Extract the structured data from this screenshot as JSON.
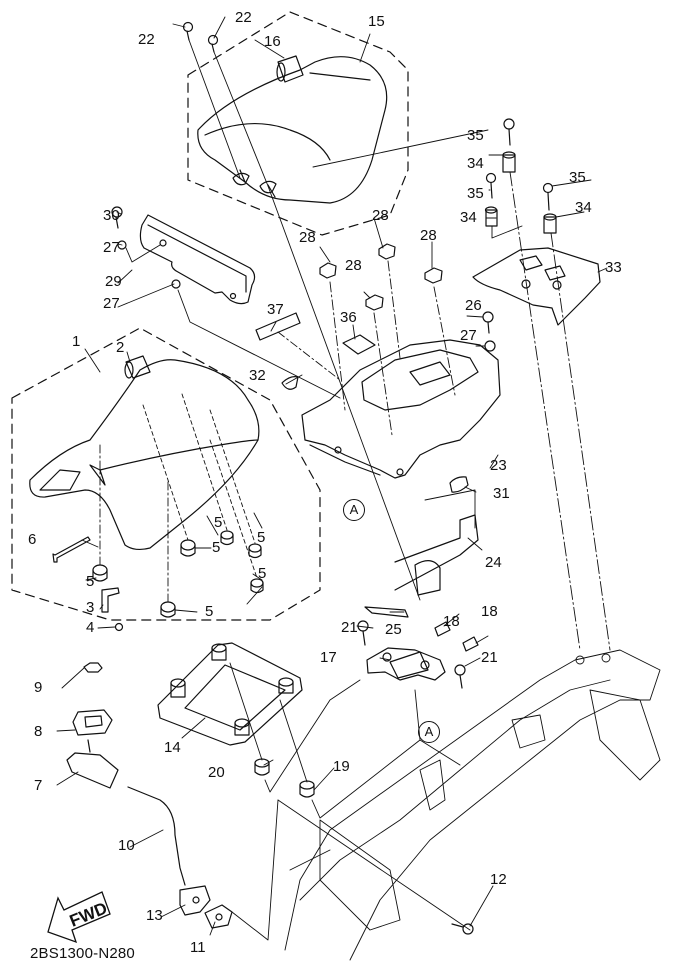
{
  "diagram": {
    "title": "Seat assembly exploded parts diagram",
    "drawing_code": "2BS1300-N280",
    "direction_indicator": "FWD",
    "reference_marks": [
      "A",
      "A"
    ],
    "colors": {
      "line": "#111111",
      "background": "#ffffff"
    }
  },
  "callouts": [
    {
      "id": "1",
      "label": "1",
      "part": "seat assembly (rider)"
    },
    {
      "id": "2",
      "label": "2",
      "part": "seat bumper / damper"
    },
    {
      "id": "3",
      "label": "3",
      "part": "seat bracket"
    },
    {
      "id": "4",
      "label": "4",
      "part": "screw"
    },
    {
      "id": "5a",
      "label": "5",
      "part": "damper"
    },
    {
      "id": "5b",
      "label": "5",
      "part": "damper"
    },
    {
      "id": "5c",
      "label": "5",
      "part": "damper"
    },
    {
      "id": "5d",
      "label": "5",
      "part": "damper"
    },
    {
      "id": "5e",
      "label": "5",
      "part": "damper"
    },
    {
      "id": "5f",
      "label": "5",
      "part": "damper"
    },
    {
      "id": "6",
      "label": "6",
      "part": "hex wrench"
    },
    {
      "id": "7",
      "label": "7",
      "part": "seat lock bracket"
    },
    {
      "id": "8",
      "label": "8",
      "part": "lock cover plate"
    },
    {
      "id": "9",
      "label": "9",
      "part": "nut"
    },
    {
      "id": "10",
      "label": "10",
      "part": "seat lock cable"
    },
    {
      "id": "11",
      "label": "11",
      "part": "lock cylinder holder"
    },
    {
      "id": "12",
      "label": "12",
      "part": "bolt"
    },
    {
      "id": "13",
      "label": "13",
      "part": "lock lever"
    },
    {
      "id": "14",
      "label": "14",
      "part": "seat base frame"
    },
    {
      "id": "15",
      "label": "15",
      "part": "seat assembly (passenger)"
    },
    {
      "id": "16",
      "label": "16",
      "part": "seat bumper"
    },
    {
      "id": "17",
      "label": "17",
      "part": "seat hook bracket"
    },
    {
      "id": "18a",
      "label": "18",
      "part": "clip nut"
    },
    {
      "id": "18b",
      "label": "18",
      "part": "clip nut"
    },
    {
      "id": "19",
      "label": "19",
      "part": "damper"
    },
    {
      "id": "20",
      "label": "20",
      "part": "damper"
    },
    {
      "id": "21a",
      "label": "21",
      "part": "bolt"
    },
    {
      "id": "21b",
      "label": "21",
      "part": "bolt"
    },
    {
      "id": "22a",
      "label": "22",
      "part": "bolt"
    },
    {
      "id": "22b",
      "label": "22",
      "part": "bolt"
    },
    {
      "id": "23",
      "label": "23",
      "part": "tool box / tray"
    },
    {
      "id": "24",
      "label": "24",
      "part": "cover"
    },
    {
      "id": "25",
      "label": "25",
      "part": "strip"
    },
    {
      "id": "26",
      "label": "26",
      "part": "bolt"
    },
    {
      "id": "27a",
      "label": "27",
      "part": "collar"
    },
    {
      "id": "27b",
      "label": "27",
      "part": "collar"
    },
    {
      "id": "27c",
      "label": "27",
      "part": "collar"
    },
    {
      "id": "28a",
      "label": "28",
      "part": "grommet"
    },
    {
      "id": "28b",
      "label": "28",
      "part": "grommet"
    },
    {
      "id": "28c",
      "label": "28",
      "part": "grommet"
    },
    {
      "id": "28d",
      "label": "28",
      "part": "grommet"
    },
    {
      "id": "29",
      "label": "29",
      "part": "plate"
    },
    {
      "id": "30",
      "label": "30",
      "part": "bolt"
    },
    {
      "id": "31",
      "label": "31",
      "part": "grommet"
    },
    {
      "id": "32",
      "label": "32",
      "part": "grommet"
    },
    {
      "id": "33",
      "label": "33",
      "part": "rear carrier / grab bar"
    },
    {
      "id": "34a",
      "label": "34",
      "part": "collar"
    },
    {
      "id": "34b",
      "label": "34",
      "part": "collar"
    },
    {
      "id": "34c",
      "label": "34",
      "part": "collar"
    },
    {
      "id": "35a",
      "label": "35",
      "part": "bolt"
    },
    {
      "id": "35b",
      "label": "35",
      "part": "bolt"
    },
    {
      "id": "35c",
      "label": "35",
      "part": "bolt"
    },
    {
      "id": "36",
      "label": "36",
      "part": "label"
    },
    {
      "id": "37",
      "label": "37",
      "part": "label"
    }
  ]
}
